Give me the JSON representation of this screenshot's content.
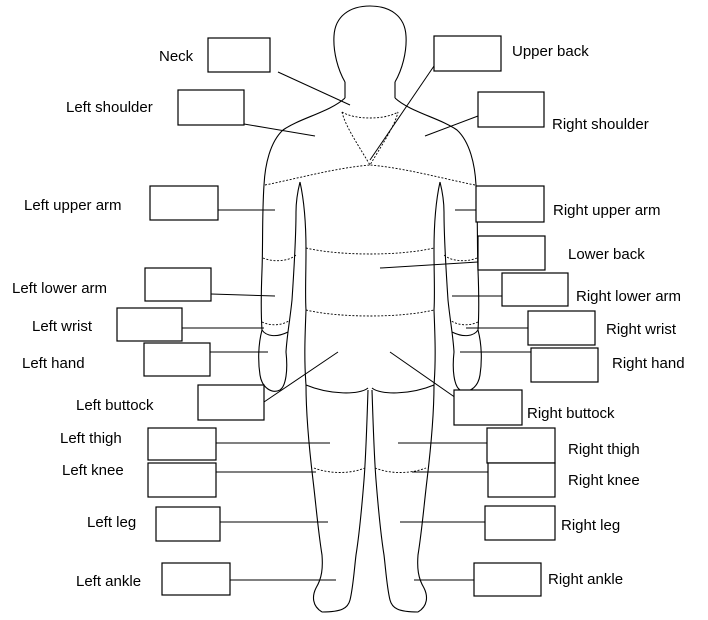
{
  "title": "",
  "labels": {
    "neck": "Neck",
    "upper_back": "Upper back",
    "left_shoulder": "Left shoulder",
    "right_shoulder": "Right shoulder",
    "left_upper_arm": "Left upper arm",
    "right_upper_arm": "Right upper arm",
    "lower_back": "Lower back",
    "left_lower_arm": "Left lower arm",
    "right_lower_arm": "Right lower arm",
    "left_wrist": "Left wrist",
    "right_wrist": "Right wrist",
    "left_hand": "Left hand",
    "right_hand": "Right hand",
    "left_buttock": "Left buttock",
    "right_buttock": "Right buttock",
    "left_thigh": "Left thigh",
    "right_thigh": "Right thigh",
    "left_knee": "Left knee",
    "right_knee": "Right knee",
    "left_leg": "Left leg",
    "right_leg": "Right leg",
    "left_ankle": "Left ankle",
    "right_ankle": "Right ankle"
  },
  "inputs": {
    "neck": "",
    "upper_back": "",
    "left_shoulder": "",
    "right_shoulder": "",
    "left_upper_arm": "",
    "right_upper_arm": "",
    "lower_back": "",
    "left_lower_arm": "",
    "right_lower_arm": "",
    "left_wrist": "",
    "right_wrist": "",
    "left_hand": "",
    "right_hand": "",
    "left_buttock": "",
    "right_buttock": "",
    "left_thigh": "",
    "right_thigh": "",
    "left_knee": "",
    "right_knee": "",
    "left_leg": "",
    "right_leg": "",
    "left_ankle": "",
    "right_ankle": ""
  }
}
